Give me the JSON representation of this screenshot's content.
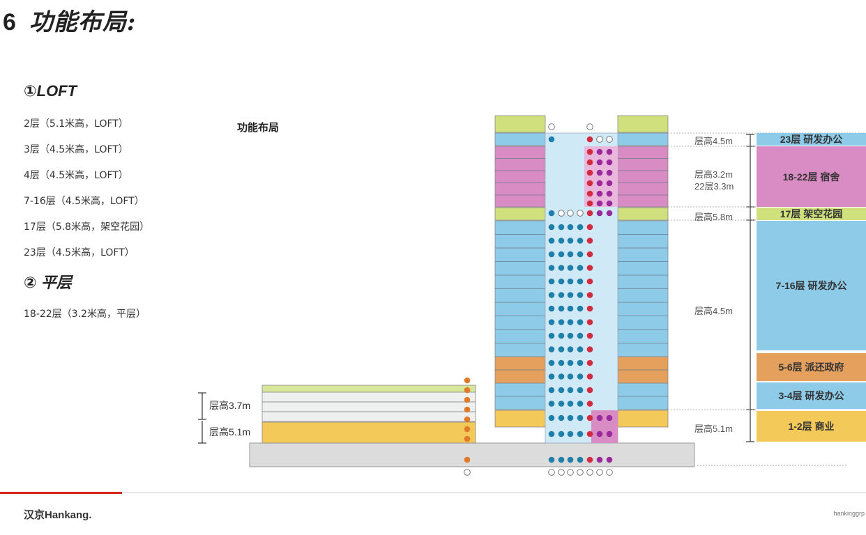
{
  "header": {
    "number": "6",
    "title": "功能布局:"
  },
  "loft_section": {
    "heading": "①LOFT",
    "items": [
      "2层（5.1米高，LOFT）",
      "3层（4.5米高，LOFT）",
      "4层（4.5米高，LOFT）",
      "7-16层（4.5米高，LOFT）",
      "17层（5.8米高，架空花园）",
      "23层（4.5米高，LOFT）"
    ]
  },
  "flat_section": {
    "heading": "② 平层",
    "items": [
      "18-22层（3.2米高，平层）"
    ]
  },
  "diagram": {
    "label": "功能布局",
    "height_labels": {
      "top": "层高4.5m",
      "dorm_a": "层高3.2m",
      "dorm_b": "22层3.3m",
      "garden": "层高5.8m",
      "office": "层高4.5m",
      "retail": "层高5.1m",
      "podium_upper": "层高3.7m",
      "podium_lower": "层高5.1m"
    },
    "zones": [
      {
        "label": "23层 研发办公",
        "color": "#8dcbe8"
      },
      {
        "label": "18-22层 宿舍",
        "color": "#d98bc4"
      },
      {
        "label": "17层 架空花园",
        "color": "#cfe07c"
      },
      {
        "label": "7-16层 研发办公",
        "color": "#8dcbe8"
      },
      {
        "label": "5-6层 派还政府",
        "color": "#e5a05e"
      },
      {
        "label": "3-4层 研发办公",
        "color": "#8dcbe8"
      },
      {
        "label": "1-2层 商业",
        "color": "#f3c95a"
      }
    ]
  },
  "footer": {
    "logo": "汉京Hankang.",
    "url": "hankinggrp"
  }
}
